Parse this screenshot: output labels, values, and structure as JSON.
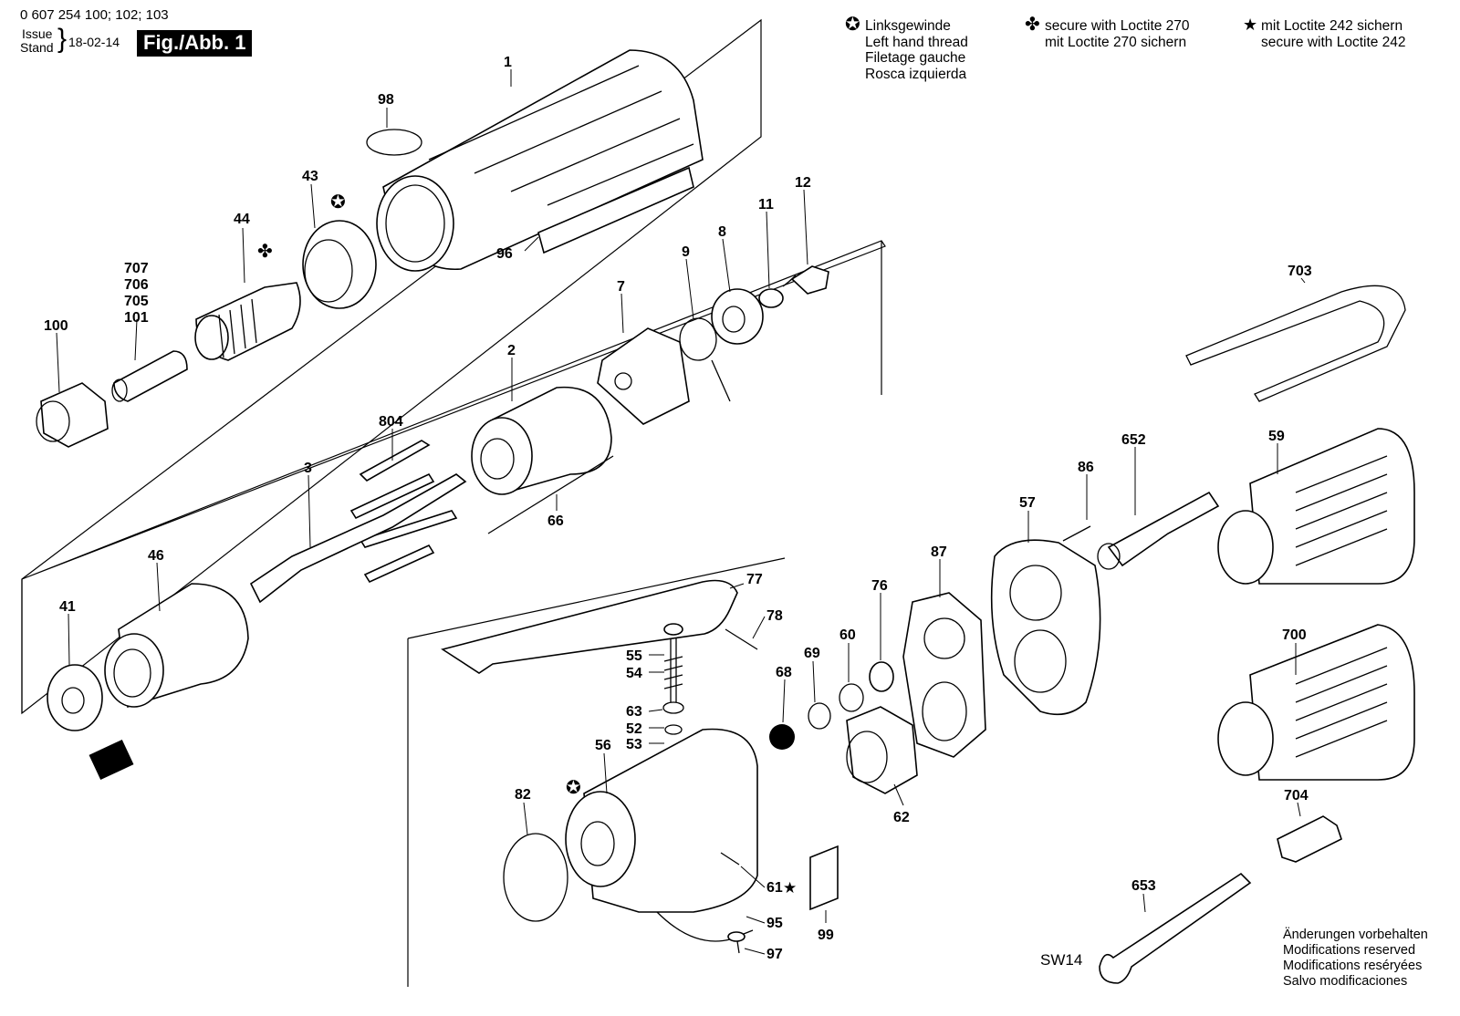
{
  "header": {
    "part_numbers": "0 607 254 100; 102; 103",
    "issue_label": "Issue",
    "stand_label": "Stand",
    "date": "18-02-14",
    "fig_label": "Fig./Abb. 1"
  },
  "legend": {
    "left_hand": [
      "Linksgewinde",
      "Left hand thread",
      "Filetage gauche",
      "Rosca izquierda"
    ],
    "loctite_270": [
      "secure with Loctite 270",
      "mit Loctite 270 sichern"
    ],
    "loctite_242": [
      "mit Loctite 242 sichern",
      "secure with Loctite 242"
    ]
  },
  "footer": [
    "Änderungen vorbehalten",
    "Modifications reserved",
    "Modifications reséryées",
    "Salvo modificaciones"
  ],
  "wrench_label": "SW14",
  "icons": {
    "left_hand_thread": "circled-star-icon",
    "loctite_270": "club-icon",
    "loctite_242": "black-star-icon"
  },
  "parts": {
    "p1": "1",
    "p98": "98",
    "p43": "43",
    "p44": "44",
    "p96": "96",
    "p12": "12",
    "p11": "11",
    "p8": "8",
    "p9": "9",
    "p7": "7",
    "p707": "707",
    "p706": "706",
    "p705": "705",
    "p101": "101",
    "p100": "100",
    "p2": "2",
    "p804": "804",
    "p3": "3",
    "p66": "66",
    "p46": "46",
    "p41": "41",
    "p703": "703",
    "p652": "652",
    "p59": "59",
    "p86": "86",
    "p57": "57",
    "p87": "87",
    "p77": "77",
    "p78": "78",
    "p76": "76",
    "p55": "55",
    "p54": "54",
    "p60": "60",
    "p69": "69",
    "p68": "68",
    "p63": "63",
    "p52": "52",
    "p53": "53",
    "p56": "56",
    "p82": "82",
    "p62": "62",
    "p700": "700",
    "p704": "704",
    "p61": "61",
    "p95": "95",
    "p97": "97",
    "p99": "99",
    "p653": "653"
  }
}
